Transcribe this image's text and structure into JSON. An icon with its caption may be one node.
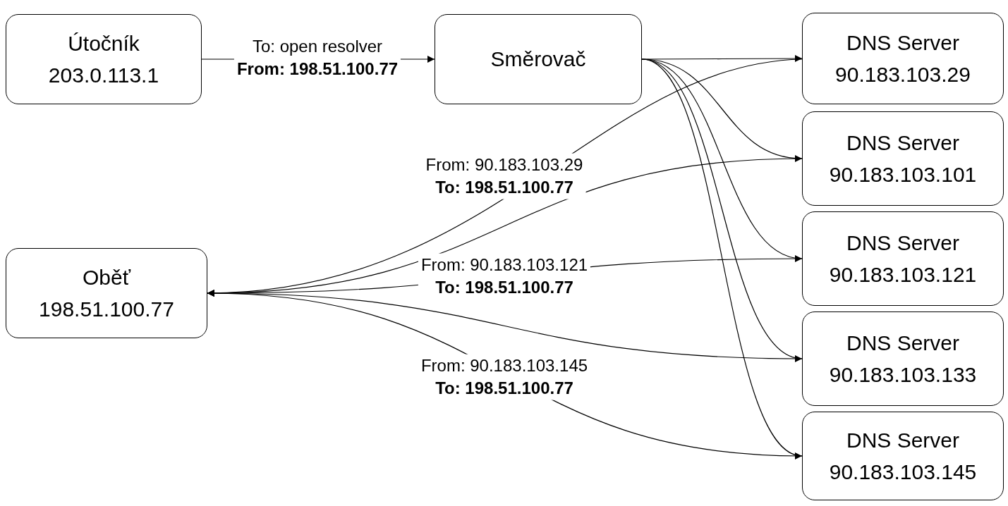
{
  "diagram": {
    "nodes": [
      {
        "text": [
          "Útočník",
          "203.0.113.1"
        ]
      },
      {
        "text": [
          "Směrovač"
        ]
      },
      {
        "text": [
          "DNS Server",
          "90.183.103.29"
        ]
      },
      {
        "text": [
          "DNS Server",
          "90.183.103.101"
        ]
      },
      {
        "text": [
          "DNS Server",
          "90.183.103.121"
        ]
      },
      {
        "text": [
          "DNS Server",
          "90.183.103.133"
        ]
      },
      {
        "text": [
          "DNS Server",
          "90.183.103.145"
        ]
      },
      {
        "text": [
          "Oběť",
          "198.51.100.77"
        ]
      }
    ],
    "edges": [
      {
        "from": 0,
        "to": 1,
        "arrow": "to",
        "label": "To: open resolver **From: 198.51.100.77**"
      },
      {
        "from": 1,
        "to": 2,
        "arrow": "to"
      },
      {
        "from": 1,
        "to": 3,
        "arrow": "to"
      },
      {
        "from": 1,
        "to": 4,
        "arrow": "to"
      },
      {
        "from": 1,
        "to": 5,
        "arrow": "to"
      },
      {
        "from": 1,
        "to": 6,
        "arrow": "to"
      },
      {
        "from": 2,
        "to": 7,
        "arrow": "to",
        "label": "From: 90.183.103.29 **To: 198.51.100.77**"
      },
      {
        "from": 3,
        "to": 7,
        "arrow": "to"
      },
      {
        "from": 4,
        "to": 7,
        "arrow": "to",
        "label": "From: 90.183.103.121 **To: 198.51.100.77**"
      },
      {
        "from": 5,
        "to": 7,
        "arrow": "to"
      },
      {
        "from": 6,
        "to": 7,
        "arrow": "to",
        "label": "From: 90.183.103.145 **To: 198.51.100.77**"
      }
    ]
  }
}
